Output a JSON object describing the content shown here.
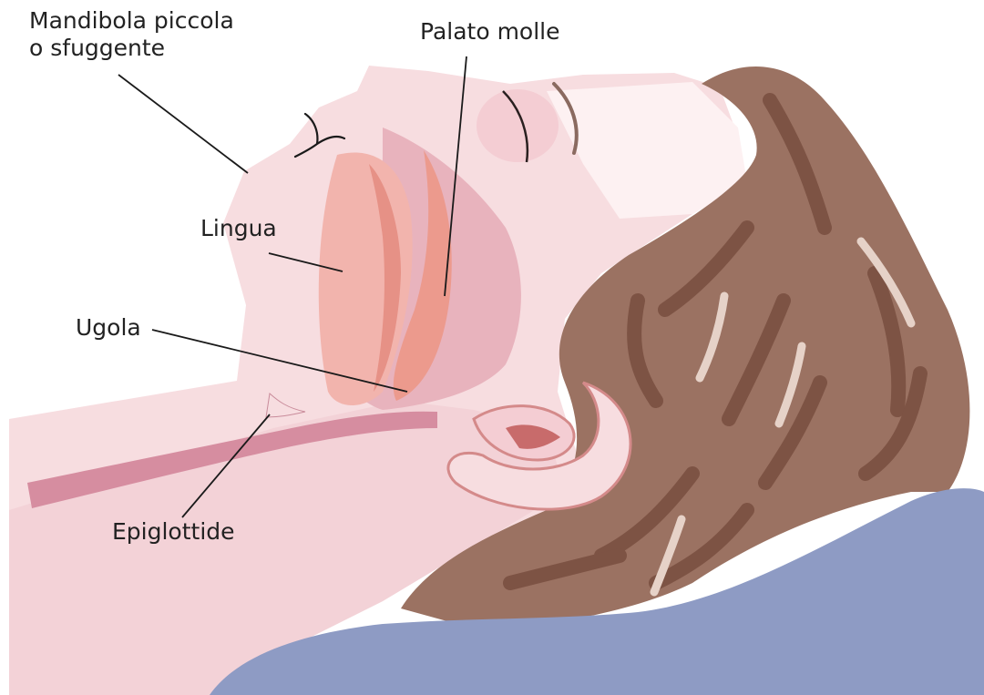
{
  "labels": {
    "mandibola_line1": "Mandibola piccola",
    "mandibola_line2": "o sfuggente",
    "palato_molle": "Palato molle",
    "lingua": "Lingua",
    "ugola": "Ugola",
    "epiglottide": "Epiglottide"
  },
  "colors": {
    "skin": "#f7dde0",
    "skin_shadow": "#efc6cc",
    "airway": "#e8b3bd",
    "trachea": "#d68da0",
    "tongue": "#f2b4ad",
    "palate": "#ec9a8d",
    "hair": "#9b7262",
    "hair_dark": "#7d5344",
    "hair_highlight": "#e6d2c8",
    "pillow": "#8e9bc4",
    "outline": "#1a1a1a"
  }
}
